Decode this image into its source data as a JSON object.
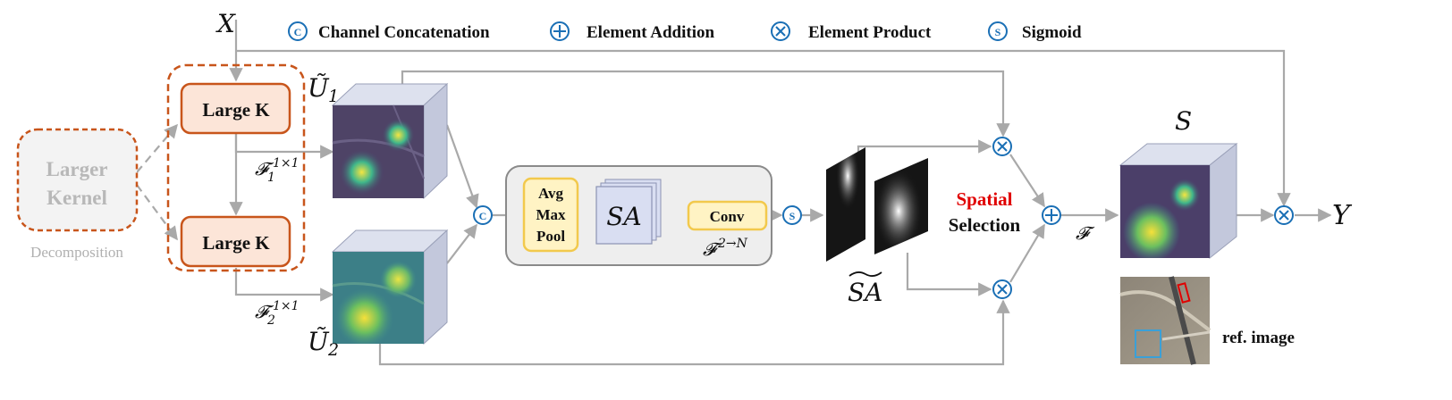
{
  "legend": {
    "concat_symbol": "C",
    "concat_label": "Channel Concatenation",
    "add_label": "Element Addition",
    "product_label": "Element Product",
    "sigmoid_symbol": "S",
    "sigmoid_label": "Sigmoid"
  },
  "input_label": "X",
  "output_label": "Y",
  "decomposition": {
    "larger_kernel_line1": "Larger",
    "larger_kernel_line2": "Kernel",
    "caption": "Decomposition",
    "large_k_1": "Large K",
    "large_k_2": "Large K"
  },
  "features": {
    "u1_label": "Ũ",
    "u1_sub": "1",
    "u2_label": "Ũ",
    "u2_sub": "2",
    "f1_main": "𝓕",
    "f1_sub": "1",
    "f1_sup": "1×1",
    "f2_main": "𝓕",
    "f2_sub": "2",
    "f2_sup": "1×1"
  },
  "pool_block": {
    "line1": "Avg",
    "line2": "Max",
    "line3": "Pool",
    "sa_label": "SA",
    "conv_label": "Conv",
    "f_main": "𝓕",
    "f_sup": "2→N"
  },
  "selection": {
    "sa_tilde_label": "SA",
    "spatial_label": "Spatial",
    "selection_label": "Selection",
    "f_label": "𝓕",
    "s_label": "S"
  },
  "ref_caption": "ref. image",
  "colors": {
    "orange": "#c8551b",
    "box_fill": "#fce5d8",
    "yellow_fill": "#fff3c4",
    "yellow_stroke": "#f2c94c",
    "blue": "#1a6fb5",
    "arrow": "#a9a9a9",
    "red": "#e00000",
    "gray_text": "#b0b0b0",
    "cube_side": "#c3c8dc"
  }
}
